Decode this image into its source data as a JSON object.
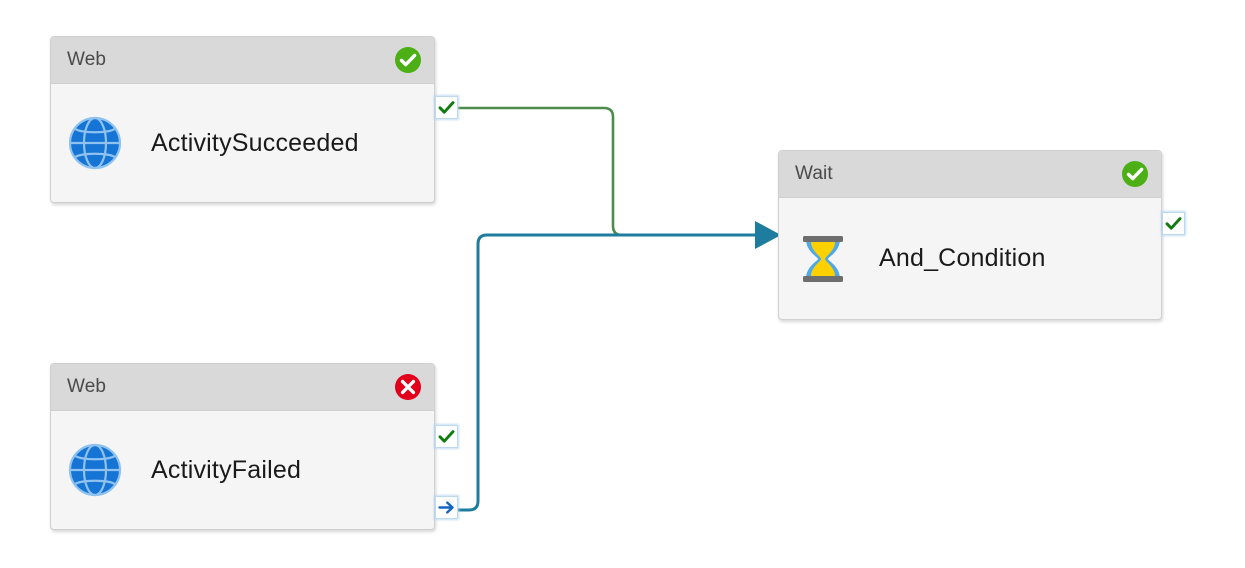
{
  "diagram": {
    "type": "workflow-activity-graph",
    "nodes": [
      {
        "id": "web-succeeded",
        "header_title": "Web",
        "label": "ActivitySucceeded",
        "icon": "globe-icon",
        "status": "succeeded",
        "status_icon": "green-check-circle-icon",
        "ports": [
          {
            "id": "succeeded-out",
            "icon": "green-check-icon",
            "kind": "success-output"
          }
        ]
      },
      {
        "id": "web-failed",
        "header_title": "Web",
        "label": "ActivityFailed",
        "icon": "globe-icon",
        "status": "failed",
        "status_icon": "red-x-circle-icon",
        "ports": [
          {
            "id": "failed-out",
            "icon": "green-check-icon",
            "kind": "success-output"
          },
          {
            "id": "failed-error",
            "icon": "blue-arrow-icon",
            "kind": "error-output"
          }
        ]
      },
      {
        "id": "wait",
        "header_title": "Wait",
        "label": "And_Condition",
        "icon": "hourglass-icon",
        "status": "succeeded",
        "status_icon": "green-check-circle-icon",
        "ports": [
          {
            "id": "wait-out",
            "icon": "green-check-icon",
            "kind": "success-output"
          }
        ]
      }
    ],
    "edges": [
      {
        "id": "edge-succeeded-to-wait",
        "from": "web-succeeded",
        "to": "wait",
        "kind": "success",
        "color": "#4e8c4e",
        "arrowhead": false
      },
      {
        "id": "edge-failed-to-wait",
        "from": "web-failed",
        "to": "wait",
        "kind": "error",
        "color": "#1e7d9e",
        "arrowhead": true
      }
    ]
  },
  "colors": {
    "success_badge": "#4caf16",
    "failure_badge": "#e2001a",
    "success_edge": "#4e8c4e",
    "error_edge": "#1e7d9e",
    "port_check": "#107c10",
    "port_arrow": "#1565c0",
    "node_header_bg": "#d9d9d9",
    "node_body_bg": "#f5f5f5",
    "globe_icon": "#1574d4",
    "hourglass_sand": "#fdd000",
    "hourglass_glass": "#4fa8e8",
    "hourglass_frame": "#6e6e6e",
    "canvas_bg": "#ffffff"
  }
}
